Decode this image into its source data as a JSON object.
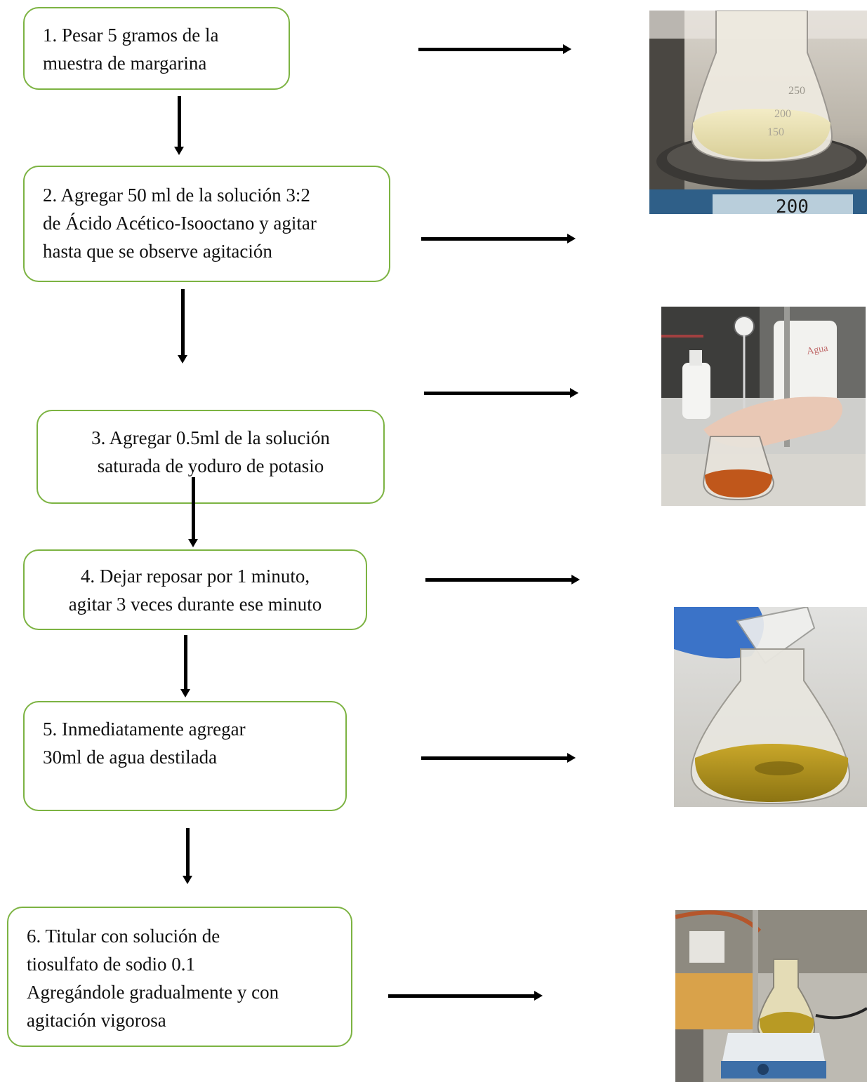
{
  "steps": [
    {
      "id": 1,
      "text": "1. Pesar 5 gramos de la\nmuestra de margarina"
    },
    {
      "id": 2,
      "text": "2. Agregar 50 ml de la solución 3:2\nde Ácido Acético-Isooctano y agitar\nhasta que se observe agitación"
    },
    {
      "id": 3,
      "text": "3. Agregar 0.5ml de la solución\nsaturada de yoduro de potasio"
    },
    {
      "id": 4,
      "text": "4. Dejar reposar por 1 minuto,\nagitar 3 veces durante ese minuto"
    },
    {
      "id": 5,
      "text": "5. Inmediatamente agregar\n30ml de agua destilada"
    },
    {
      "id": 6,
      "text": "6. Titular con solución de\ntiosulfato de sodio 0.1\nAgregándole gradualmente y con\nagitación vigorosa"
    }
  ],
  "photos": [
    {
      "name": "flask-on-balance-photo",
      "scale_marks": [
        "250",
        "200",
        "150"
      ],
      "display_reading": "200"
    },
    {
      "name": "pipette-adding-solution-photo",
      "bottle_label": "Agua"
    },
    {
      "name": "pouring-into-flask-photo"
    },
    {
      "name": "titration-setup-photo"
    }
  ],
  "colors": {
    "box_border": "#7cb342",
    "arrow": "#000000"
  }
}
